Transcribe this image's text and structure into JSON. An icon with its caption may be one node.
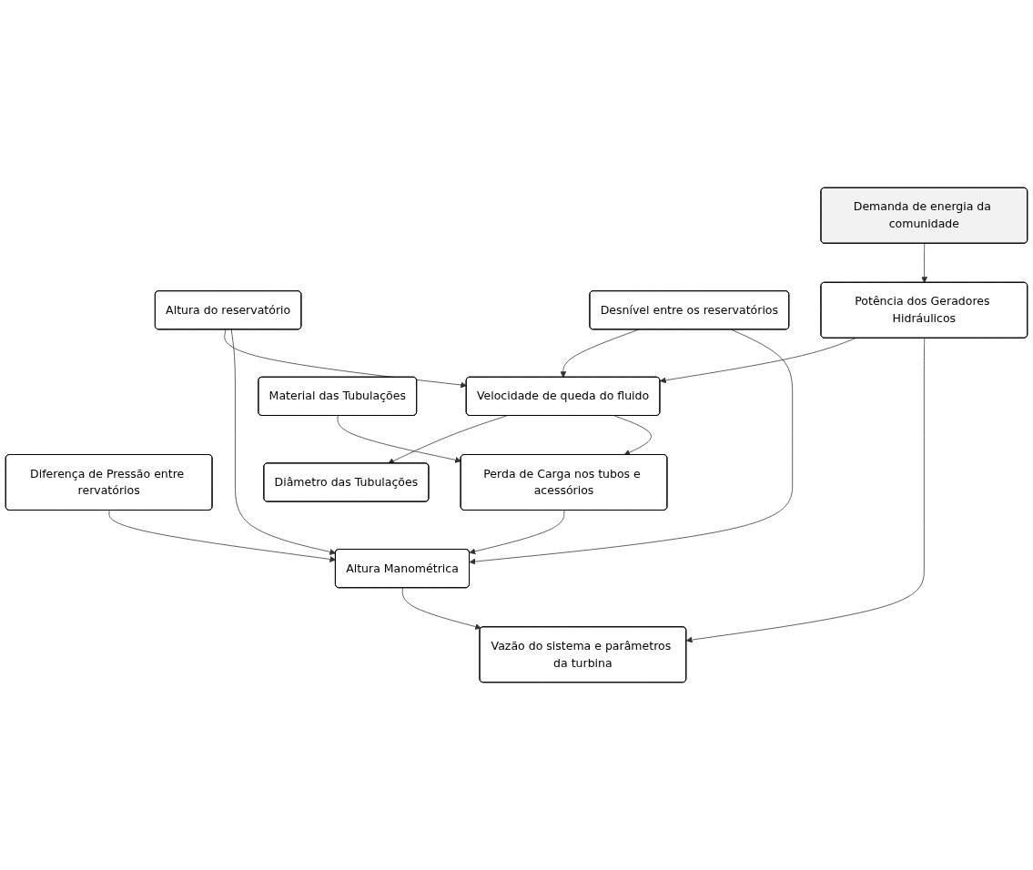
{
  "diagram": {
    "nodes": [
      {
        "text": [
          "Demanda de energia da comunidade"
        ]
      },
      {
        "text": [
          "Altura do reservatório"
        ]
      },
      {
        "text": [
          "Desnível entre os reservatórios"
        ]
      },
      {
        "text": [
          "Potência dos Geradores Hidráulicos"
        ]
      },
      {
        "text": [
          "Velocidade de queda do fluido"
        ]
      },
      {
        "text": [
          "Material das Tubulações"
        ]
      },
      {
        "text": [
          "Diâmetro das Tubulações"
        ]
      },
      {
        "text": [
          "Perda de Carga nos tubos e acessórios"
        ]
      },
      {
        "text": [
          "Diferença de Pressão entre rervatórios"
        ]
      },
      {
        "text": [
          "Altura Manométrica"
        ]
      },
      {
        "text": [
          "Vazão do sistema e parâmetros da turbina"
        ]
      }
    ],
    "edges": [
      {
        "from": 0,
        "to": 3,
        "arrow": "to"
      },
      {
        "from": 1,
        "to": 4,
        "arrow": "to"
      },
      {
        "from": 1,
        "to": 9,
        "arrow": "to"
      },
      {
        "from": 2,
        "to": 4,
        "arrow": "to"
      },
      {
        "from": 2,
        "to": 9,
        "arrow": "to"
      },
      {
        "from": 3,
        "to": 4,
        "arrow": "to"
      },
      {
        "from": 3,
        "to": 10,
        "arrow": "to"
      },
      {
        "from": 4,
        "to": 6,
        "arrow": "to"
      },
      {
        "from": 4,
        "to": 7,
        "arrow": "to"
      },
      {
        "from": 5,
        "to": 7,
        "arrow": "to"
      },
      {
        "from": 7,
        "to": 9,
        "arrow": "to"
      },
      {
        "from": 8,
        "to": 9,
        "arrow": "to"
      },
      {
        "from": 9,
        "to": 10,
        "arrow": "to"
      }
    ]
  }
}
